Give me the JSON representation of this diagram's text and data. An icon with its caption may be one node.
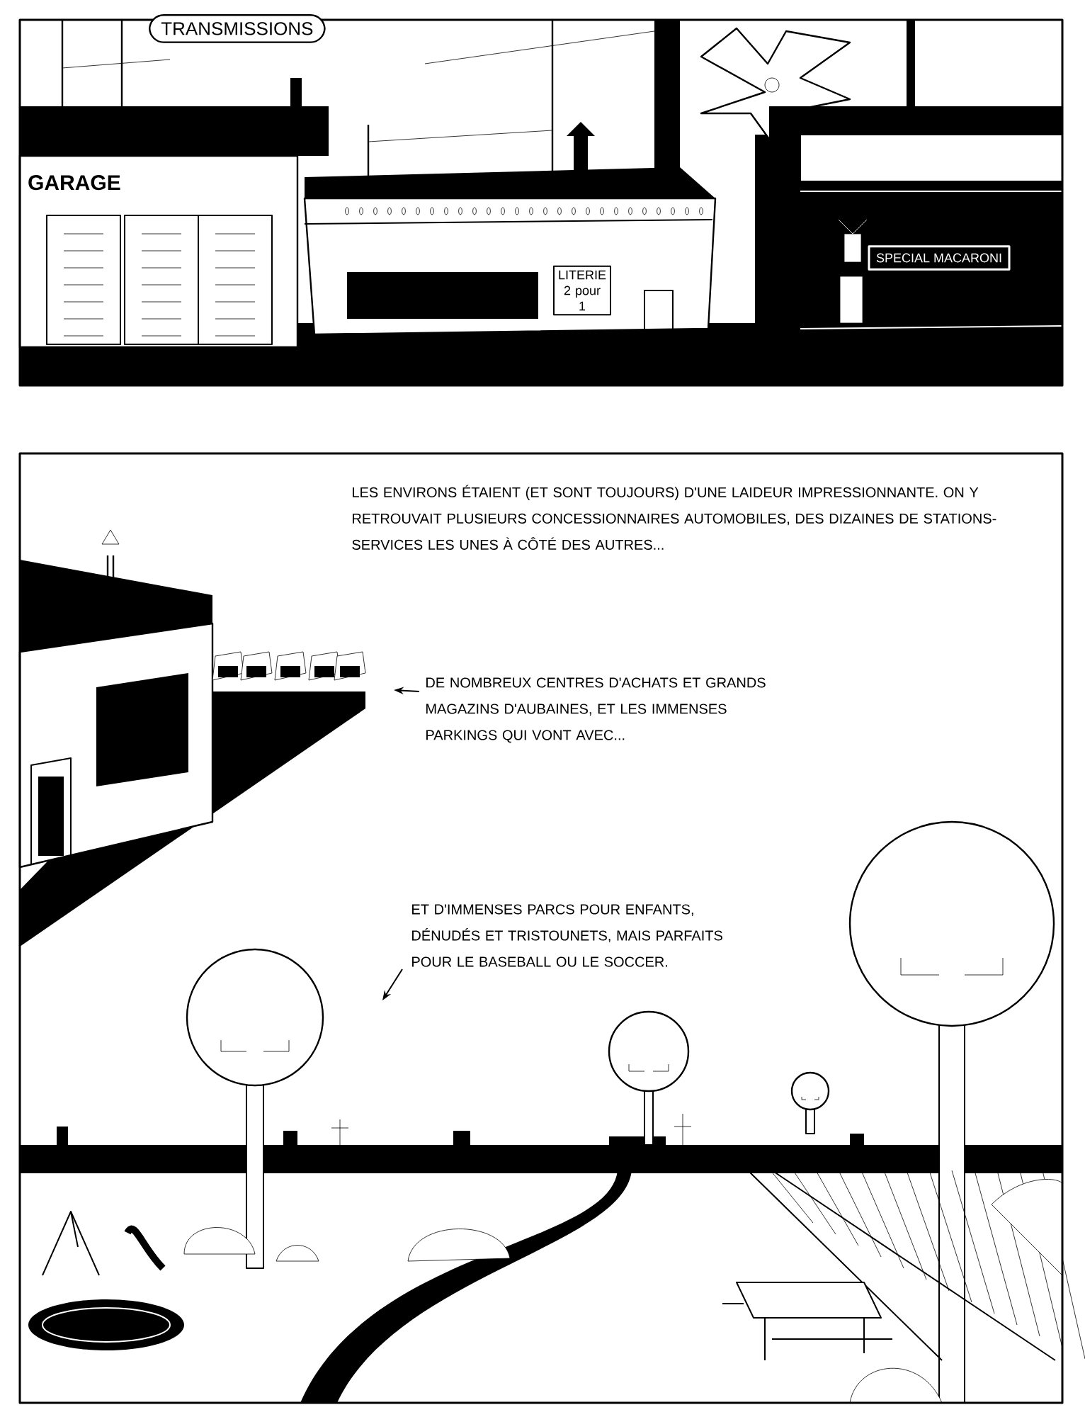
{
  "diagram": {
    "nodes": [
      {
        "text": [
          "TRANSMISSIONS"
        ]
      },
      {
        "text": [
          "LITERIE 2 pour 1"
        ]
      },
      {
        "text": [
          "SPECIAL MACARONI"
        ]
      },
      {
        "text": [
          "DE NOMBREUX CENTRES D'ACHATS ET GRANDS MAGAZINS D'AUBAINES, ET LES IMMENSES PARKINGS QUI VONT AVEC..."
        ]
      },
      {
        "text": [
          "ET D'IMMENSES PARCS POUR ENFANTS, DÉNUDÉS ET TRISTOUNETS, MAIS PARFAITS POUR LE BASEBALL OU LE SOCCER."
        ]
      }
    ],
    "edges": [
      {
        "from": 3,
        "to": null,
        "arrow": "to"
      },
      {
        "from": 4,
        "to": null,
        "arrow": "to"
      }
    ],
    "labels": [
      "GARAGE",
      "LES ENVIRONS ÉTAIENT (ET SONT TOUJOURS) D'UNE LAIDEUR IMPRESSIONNANTE. ON Y RETROUVAIT PLUSIEURS CONCESSIONNAIRES AUTOMOBILES, DES DIZAINES DE STATIONS-SERVICES LES UNES À CÔTÉ DES AUTRES..."
    ]
  }
}
